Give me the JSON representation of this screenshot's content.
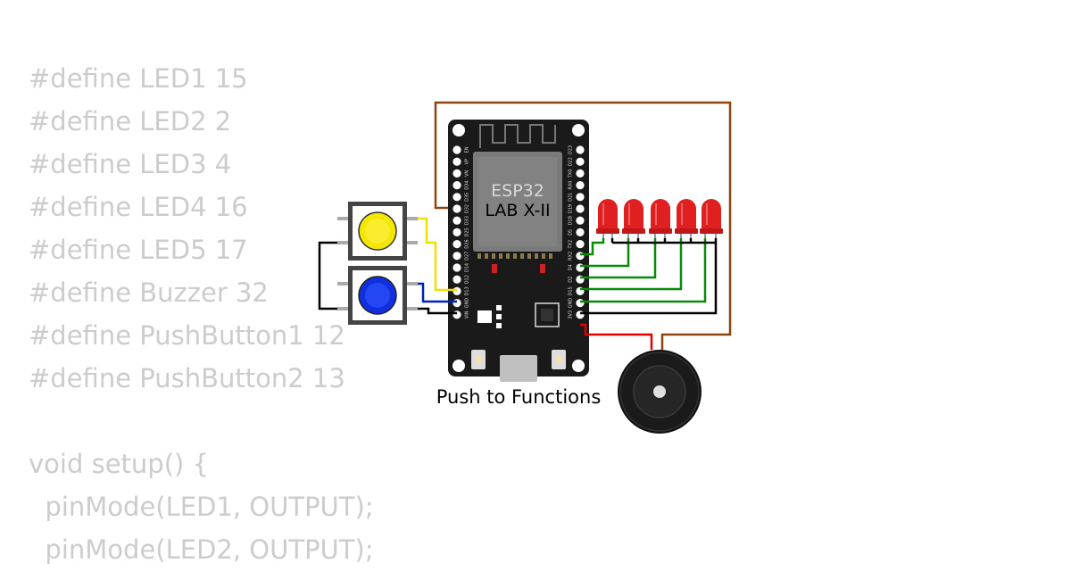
{
  "code": {
    "lines": [
      "#define LED1 15",
      "#define LED2 2",
      "#define LED3 4",
      "#define LED4 16",
      "#define LED5 17",
      "#define Buzzer 32",
      "#define PushButton1 12",
      "#define PushButton2 13",
      "",
      "void setup() {",
      "  pinMode(LED1, OUTPUT);",
      "  pinMode(LED2, OUTPUT);"
    ]
  },
  "board": {
    "chip_label": "ESP32",
    "project_label": "LAB X-II",
    "caption": "Push to Functions",
    "pins_left": [
      "EN",
      "VP",
      "VN",
      "D34",
      "D35",
      "D32",
      "D33",
      "D25",
      "D26",
      "D27",
      "D14",
      "D12",
      "D13",
      "GND",
      "VIN"
    ],
    "pins_right": [
      "D23",
      "D22",
      "TX0",
      "RX0",
      "D21",
      "D19",
      "D18",
      "D5",
      "TX2",
      "RX2",
      "D4",
      "D2",
      "D15",
      "GND",
      "3V3"
    ]
  },
  "colors": {
    "board": "#1a1a1a",
    "led": "#e02020",
    "button_yellow": "#f5e600",
    "button_blue": "#1030e0",
    "wire_green": "#0a8a0a",
    "wire_brown": "#8b4513",
    "wire_red": "#e00000",
    "wire_yellow": "#f0e000",
    "wire_blue": "#0020c0",
    "wire_black": "#000000"
  }
}
